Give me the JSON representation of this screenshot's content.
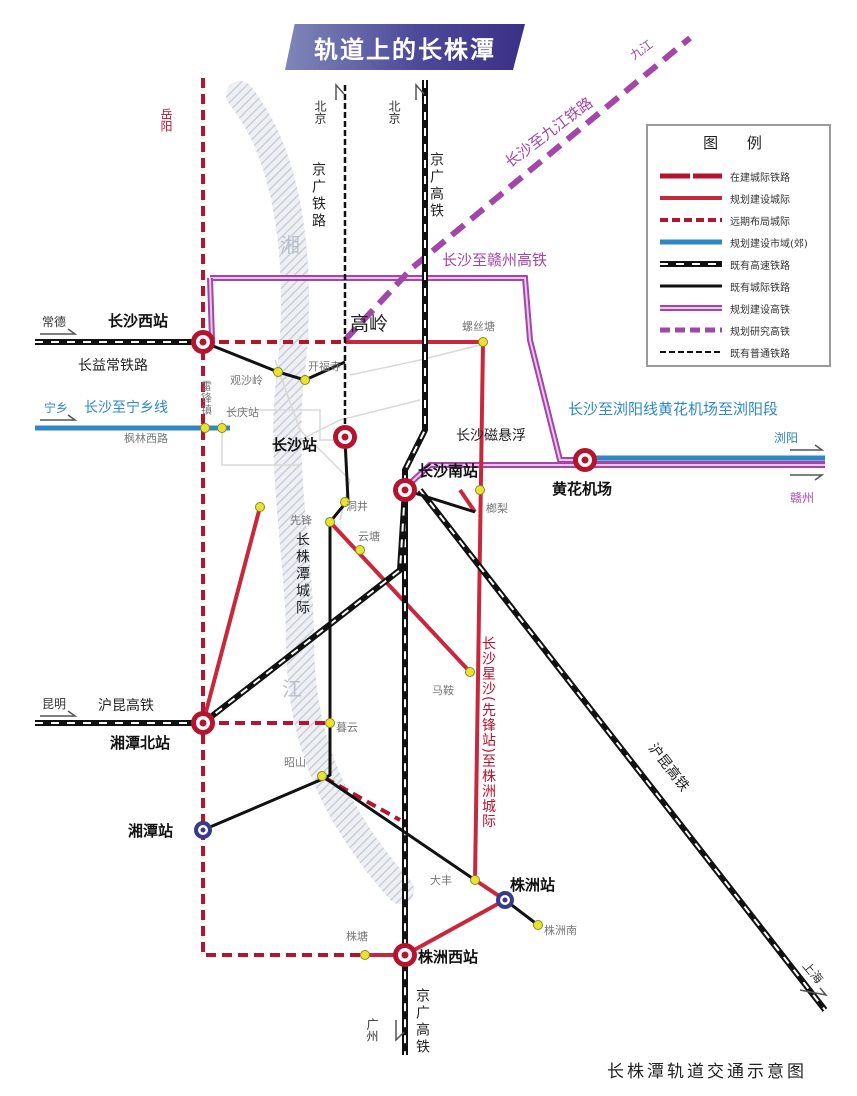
{
  "title": "轨道上的长株潭",
  "caption": "长株潭轨道交通示意图",
  "legend": {
    "title": "图 例",
    "items": [
      {
        "label": "在建城际铁路",
        "style": "construct-intercity",
        "color": "#b5142e"
      },
      {
        "label": "规划建设城际",
        "style": "planned-intercity",
        "color": "#c8283c"
      },
      {
        "label": "远期布局城际",
        "style": "longterm-intercity",
        "color": "#b5142e"
      },
      {
        "label": "规划建设市域(郊)",
        "style": "planned-suburban",
        "color": "#2e88c6"
      },
      {
        "label": "既有高速铁路",
        "style": "existing-hsr",
        "color": "#111111"
      },
      {
        "label": "既有城际铁路",
        "style": "existing-intercity",
        "color": "#111111"
      },
      {
        "label": "规划建设高铁",
        "style": "planned-hsr",
        "color": "#a246a8"
      },
      {
        "label": "规划研究高铁",
        "style": "research-hsr",
        "color": "#a246a8"
      },
      {
        "label": "既有普通铁路",
        "style": "existing-normal",
        "color": "#111111"
      }
    ]
  },
  "stations": {
    "changsha_west": "长沙西站",
    "changsha": "长沙站",
    "changsha_south": "长沙南站",
    "huanghua_airport": "黄花机场",
    "xiangtan_north": "湘潭北站",
    "xiangtan": "湘潭站",
    "zhuzhou": "株洲站",
    "zhuzhou_west": "株洲西站"
  },
  "stops": {
    "kaifusi": "开福寺",
    "guanshaling": "观沙岭",
    "changqing": "长庆站",
    "leifeng": "雷锋镇",
    "fenglin": "枫林西路",
    "luositang": "螺丝塘",
    "dongjing": "洞井",
    "yuntang": "云塘",
    "xianfeng": "先锋",
    "yuli": "榔梨",
    "maqiao": "马鞍",
    "muyun": "暮云",
    "zhaoshan": "昭山",
    "dafeng": "大丰",
    "zhutang": "株塘",
    "zhuzhou_south": "株洲南",
    "gaoling": "高岭"
  },
  "places": {
    "yueyang": "岳阳",
    "beijing1": "北京",
    "beijing2": "北京",
    "jiujiang": "九江",
    "changde": "常德",
    "ningxiang": "宁乡",
    "kunming": "昆明",
    "liuyang": "浏阳",
    "ganzhou": "赣州",
    "shanghai": "上海",
    "guangzhou": "广州",
    "xiang_river_1": "湘",
    "xiang_river_2": "江"
  },
  "line_labels": {
    "jingguang_railway": "京广铁路",
    "jingguang_hsr_top": "京广高铁",
    "jingguang_hsr_bottom": "京广高铁",
    "cs_jiujiang_hsr": "长沙至九江铁路",
    "cs_ganzhou_hsr": "长沙至赣州高铁",
    "changyichang": "长益常铁路",
    "cs_ningxiang": "长沙至宁乡线",
    "cs_liuyang": "长沙至浏阳线黄花机场至浏阳段",
    "maglev": "长沙磁悬浮",
    "czt_intercity": "长株潭城际",
    "huk_hsr": "沪昆高铁",
    "huk_hsr_diag": "沪昆高铁",
    "xingsha_zhuzhou": "长沙星沙(先锋站)至株洲城际"
  },
  "colors": {
    "red": "#b5142e",
    "purple": "#a246a8",
    "blue": "#2e88c6",
    "black": "#111111",
    "yellow_stop": "#e8e234",
    "river": "#c9ced8"
  }
}
